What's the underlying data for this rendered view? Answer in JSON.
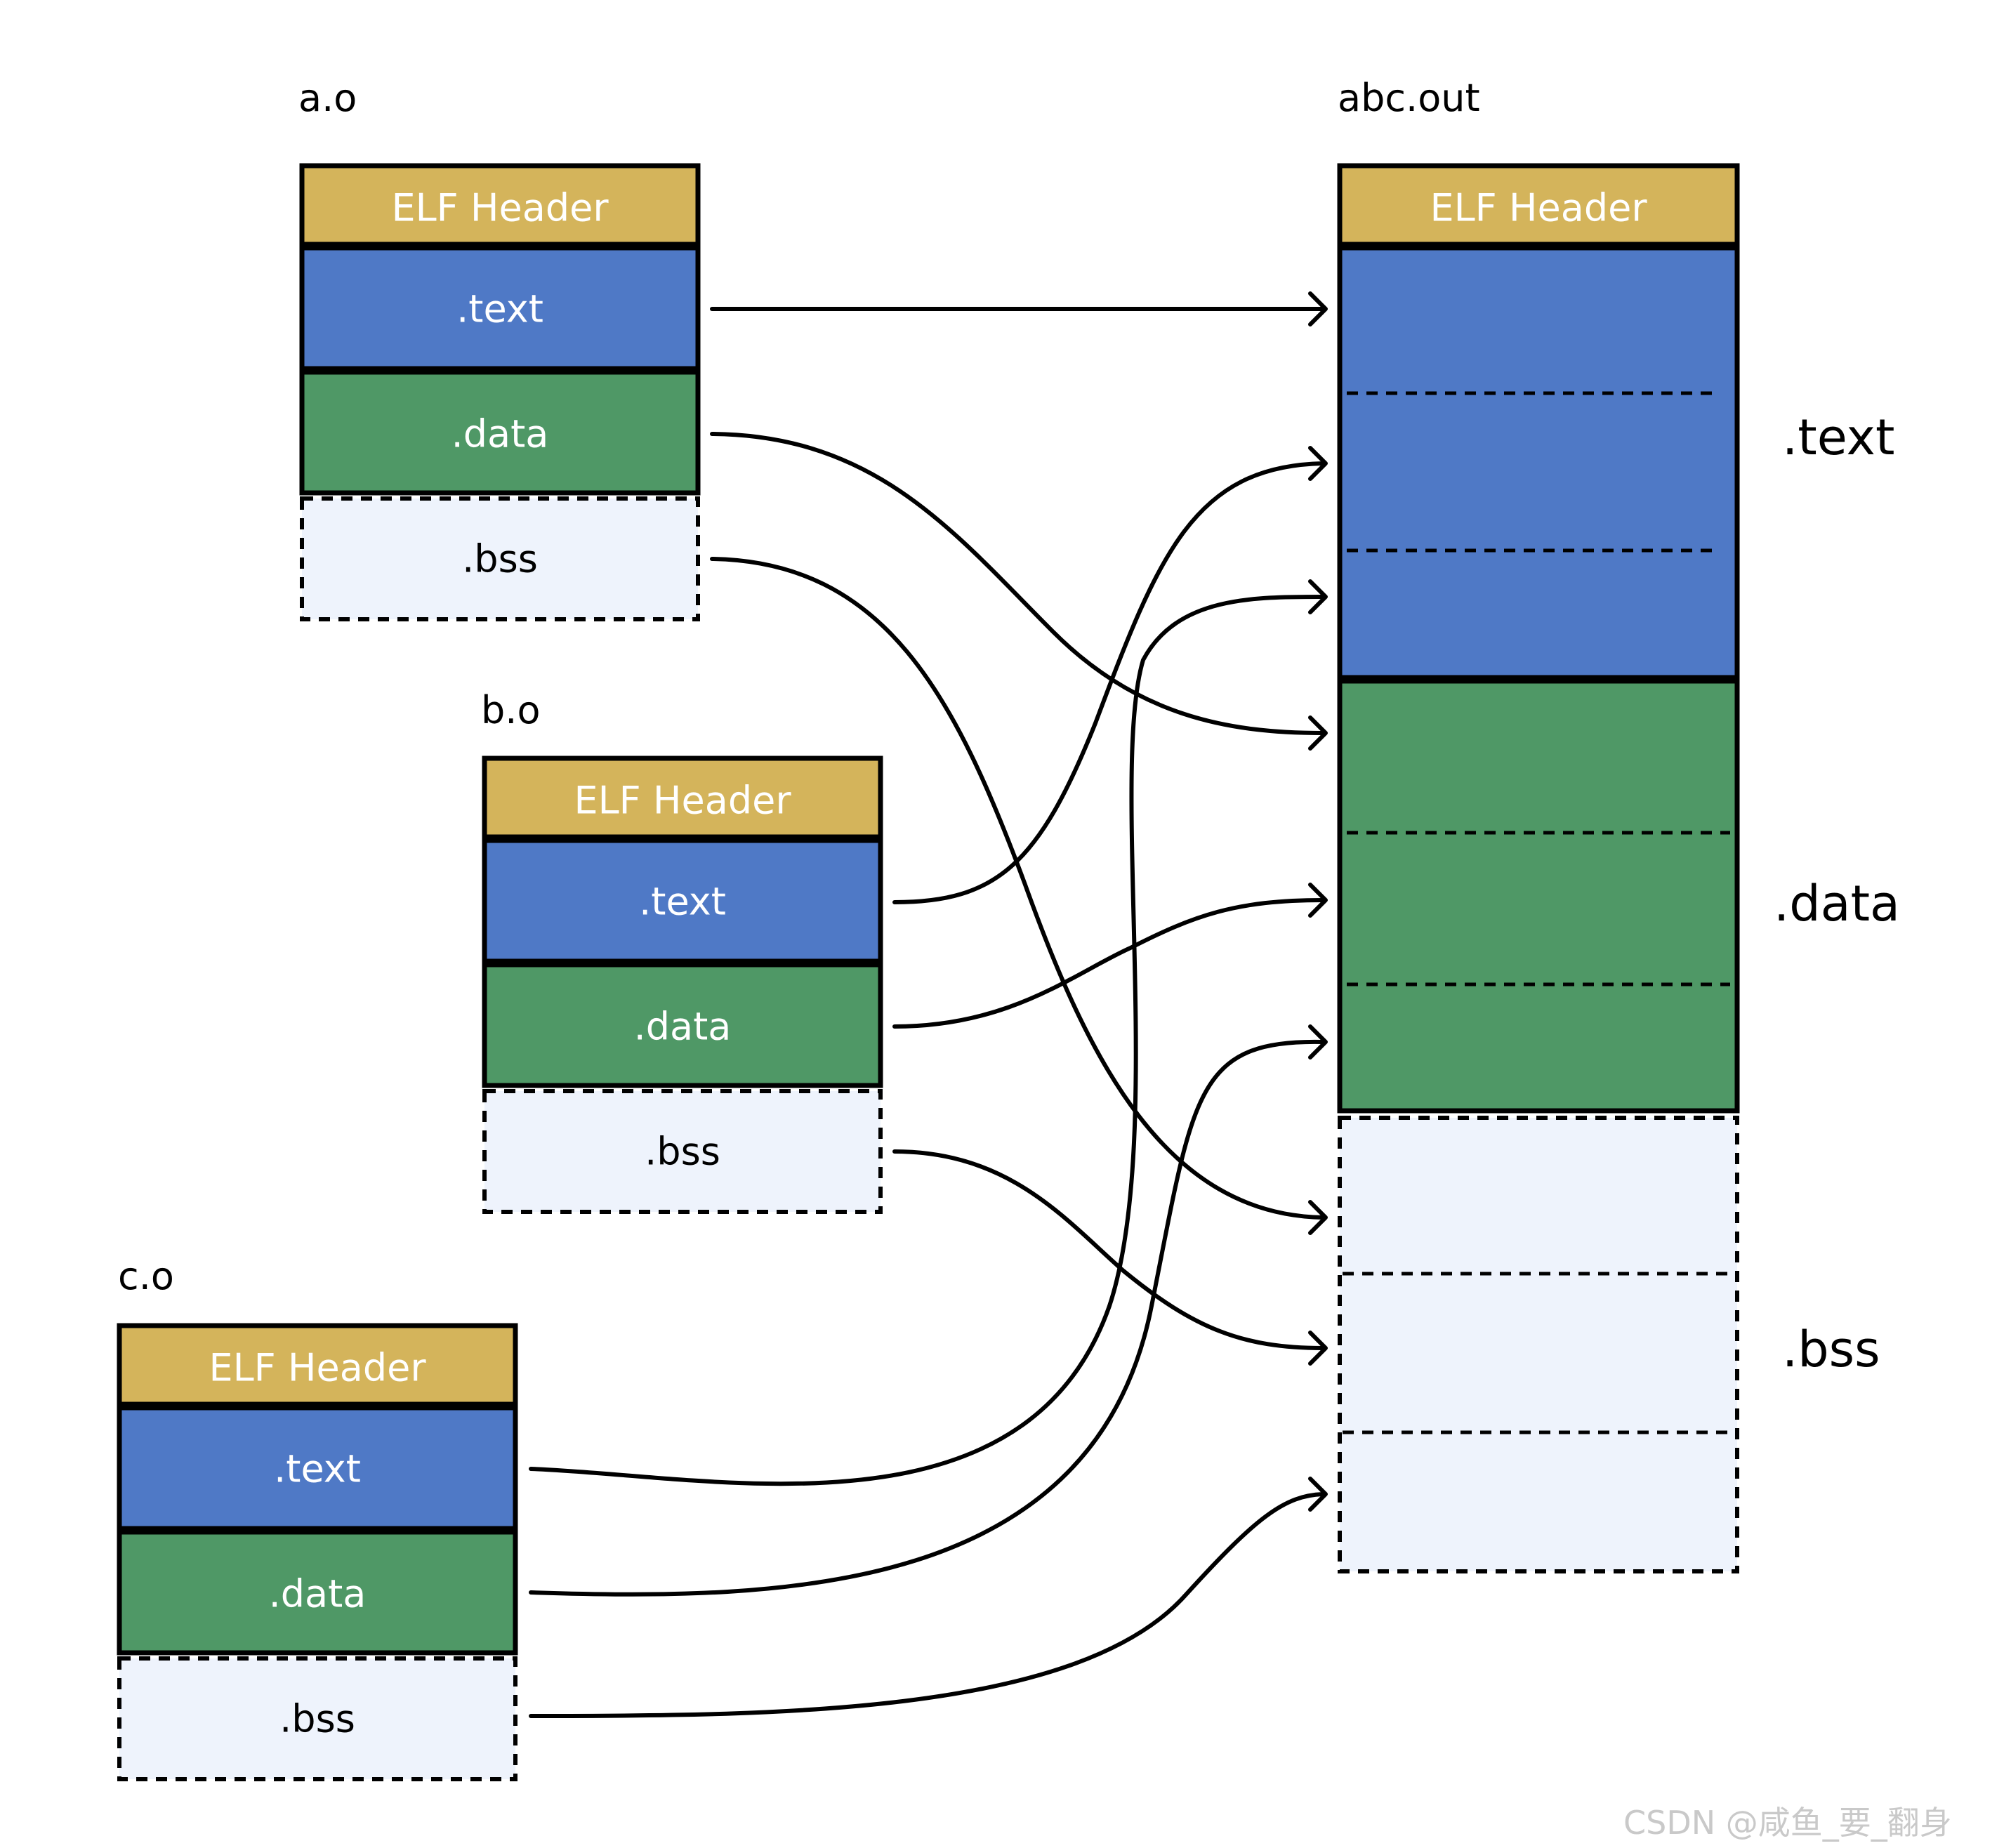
{
  "colors": {
    "header": "#d4b45b",
    "text": "#4f79c6",
    "data": "#4f9866",
    "bss": "#eef3fc",
    "outline": "#000000",
    "watermark": "#c9c9c9"
  },
  "files": [
    {
      "label": "a.o",
      "sections": {
        "header": "ELF Header",
        "text": ".text",
        "data": ".data",
        "bss": ".bss"
      }
    },
    {
      "label": "b.o",
      "sections": {
        "header": "ELF Header",
        "text": ".text",
        "data": ".data",
        "bss": ".bss"
      }
    },
    {
      "label": "c.o",
      "sections": {
        "header": "ELF Header",
        "text": ".text",
        "data": ".data",
        "bss": ".bss"
      }
    }
  ],
  "output": {
    "label": "abc.out",
    "header": "ELF Header",
    "side_labels": {
      "text": ".text",
      "data": ".data",
      "bss": ".bss"
    }
  },
  "watermark": "CSDN @咸鱼_要_翻身"
}
